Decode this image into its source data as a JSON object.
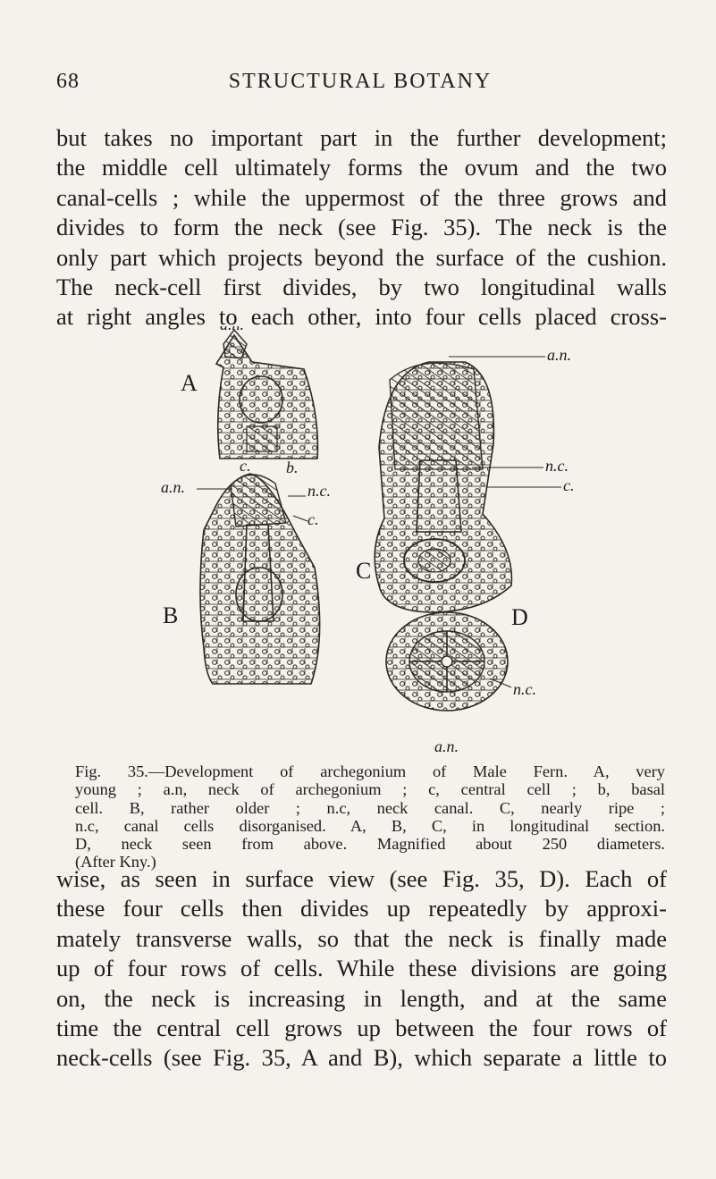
{
  "header": {
    "page_number": "68",
    "running_title": "STRUCTURAL BOTANY"
  },
  "paragraph_top": [
    "but takes no important part in the further development;",
    "the middle cell ultimately forms the ovum and the two",
    "canal-cells ; while the uppermost of the three grows and",
    "divides to form the neck (see Fig. 35). The neck is the",
    "only part which projects beyond the surface of the cushion.",
    "The neck-cell first divides, by two longitudinal walls",
    "at right angles to each other, into four cells placed cross-"
  ],
  "figure": {
    "labels": {
      "an_top": "a.n.",
      "A": "A",
      "c_A": "c.",
      "b_A": "b.",
      "an_B": "a.n.",
      "nc_B": "n.c.",
      "c_B": "c.",
      "B": "B",
      "an_C": "a.n.",
      "nc_C": "n.c.",
      "c_C": "c.",
      "C": "C",
      "D": "D",
      "nc_D": "n.c.",
      "an_bottom": "a.n."
    }
  },
  "caption": [
    "Fig. 35.—Development of archegonium of Male Fern. A, very",
    "young ; a.n, neck of archegonium ; c, central cell ; b, basal",
    "cell. B, rather older ; n.c, neck canal. C, nearly ripe ;",
    "n.c, canal cells disorganised. A, B, C, in longitudinal section.",
    "D, neck seen from above. Magnified about 250 diameters.",
    "(After Kny.)"
  ],
  "paragraph_bottom": [
    "wise, as seen in surface view (see Fig. 35, D). Each of",
    "these four cells then divides up repeatedly by approxi-",
    "mately transverse walls, so that the neck is finally made",
    "up of four rows of cells. While these divisions are going",
    "on, the neck is increasing in length, and at the same",
    "time the central cell grows up between the four rows of",
    "neck-cells (see Fig. 35, A and B), which separate a little to"
  ]
}
